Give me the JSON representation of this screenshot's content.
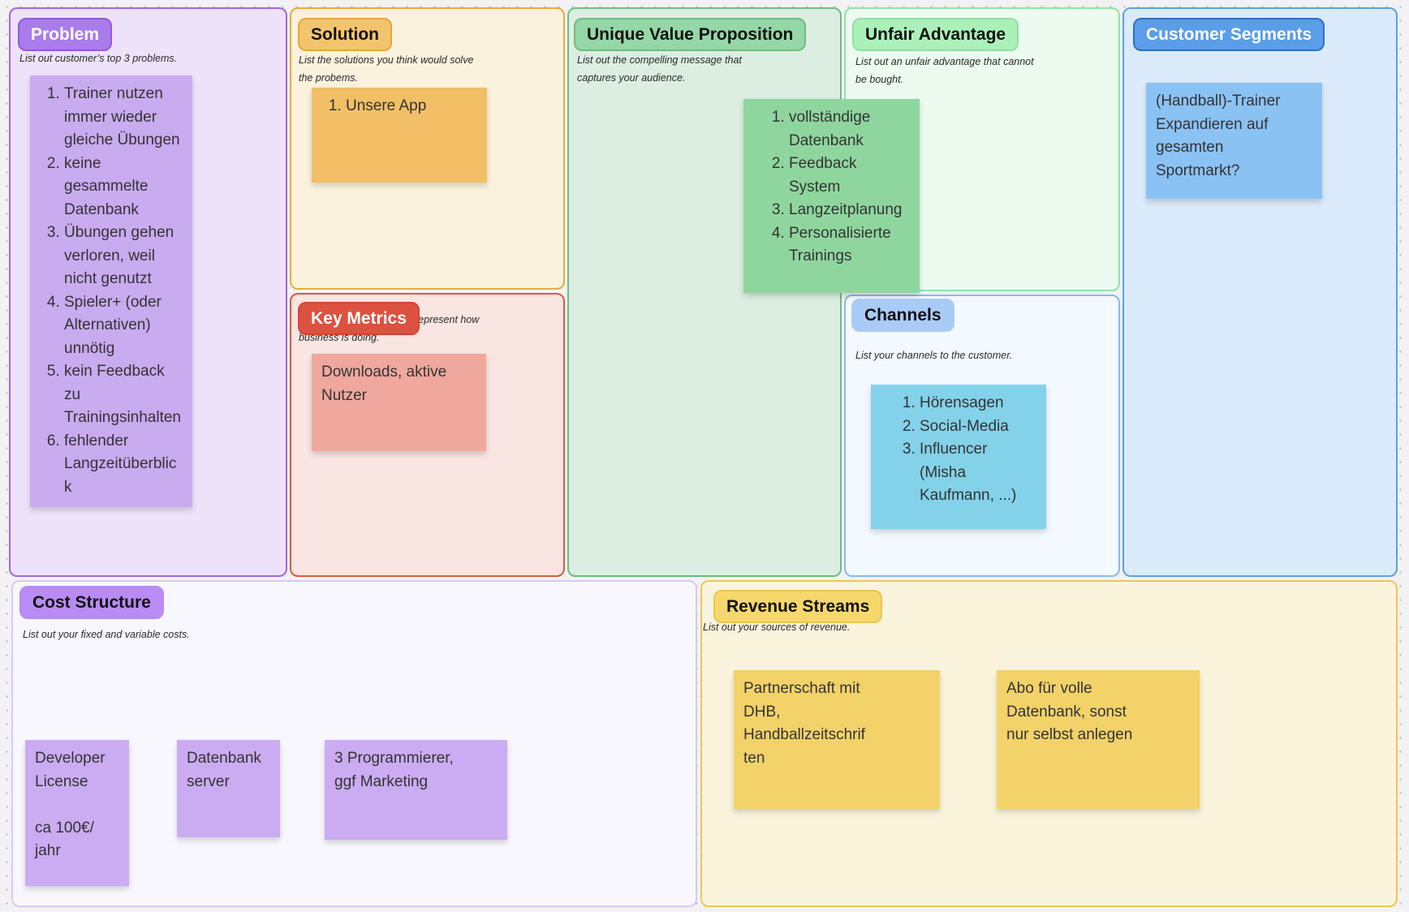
{
  "sections": {
    "problem": {
      "label": "Problem",
      "description": "List out customer’s top 3 problems."
    },
    "solution": {
      "label": "Solution",
      "description": [
        "List the solutions you think would solve",
        "the probems."
      ]
    },
    "key_metrics": {
      "label": "Key Metrics",
      "description": [
        "List the key numbers that represent how",
        "business is doing."
      ]
    },
    "unique_value_proposition": {
      "label": "Unique Value Proposition",
      "description": [
        "List out the compelling message that",
        "captures your audience."
      ]
    },
    "unfair_advantage": {
      "label": "Unfair Advantage",
      "description": [
        "List out an unfair advantage that cannot",
        "be bought."
      ]
    },
    "channels": {
      "label": "Channels",
      "description": "List your channels to the customer."
    },
    "customer_segments": {
      "label": "Customer Segments"
    },
    "cost_structure": {
      "label": "Cost Structure",
      "description": "List out your fixed and variable costs."
    },
    "revenue_streams": {
      "label": "Revenue Streams",
      "description": "List out your sources of revenue."
    }
  },
  "notes": {
    "problem_list": [
      "Trainer nutzen immer wieder gleiche Übungen",
      "keine gesammelte Datenbank",
      "Übungen gehen verloren, weil nicht genutzt",
      "Spieler+ (oder Alternativen) unnötig",
      "kein Feedback zu Trainingsinhalten",
      "fehlender Langzeitüberblick"
    ],
    "solution_list": [
      "Unsere App"
    ],
    "key_metrics_text": [
      "Downloads, aktive",
      "Nutzer"
    ],
    "uvp_list": [
      "vollständige Datenbank",
      "Feedback System",
      "Langzeitplanung",
      "Personalisierte Trainings"
    ],
    "channels_list": [
      "Hörensagen",
      "Social-Media",
      "Influencer (Misha Kaufmann, ...)"
    ],
    "customer_segments_text": [
      "(Handball)-Trainer",
      "Expandieren auf",
      "gesamten",
      "Sportmarkt?"
    ],
    "cost_notes": [
      [
        "Developer",
        "License",
        "",
        "ca 100€/",
        "jahr"
      ],
      [
        "Datenbank",
        "server"
      ],
      [
        "3 Programmierer,",
        "ggf Marketing"
      ]
    ],
    "revenue_notes": [
      [
        "Partnerschaft mit",
        "DHB,",
        "Handballzeitschrif",
        "ten"
      ],
      [
        "Abo für volle",
        "Datenbank, sonst",
        "nur selbst anlegen"
      ]
    ]
  },
  "palette": {
    "canvas_bg": "#F2F2F4",
    "problem_accent": "#A97CEC",
    "problem_panel": "#EDE2FA",
    "problem_note": "#C9ABF0",
    "solution_accent": "#F4C46D",
    "solution_panel": "#FBF2DD",
    "solution_note": "#F2BF66",
    "key_metrics_accent": "#DD5140",
    "key_metrics_panel": "#F9E5E1",
    "key_metrics_note": "#F0A89E",
    "uvp_accent": "#95D7A6",
    "uvp_panel": "#DCEEE1",
    "uvp_note": "#8FD69E",
    "unfair_accent": "#ACF0B9",
    "unfair_panel": "#ECFAF0",
    "channels_accent": "#A9CBF8",
    "channels_panel": "#F3F9FE",
    "channels_note": "#83D2E9",
    "customer_accent": "#5A9DE8",
    "customer_panel": "#DCEBFB",
    "customer_note": "#8BC2F4",
    "cost_accent": "#B98BF5",
    "cost_panel": "#F9F7FE",
    "cost_note": "#CBACF2",
    "revenue_accent": "#F6D76B",
    "revenue_panel": "#FBF4DD",
    "revenue_note": "#F2D269"
  }
}
